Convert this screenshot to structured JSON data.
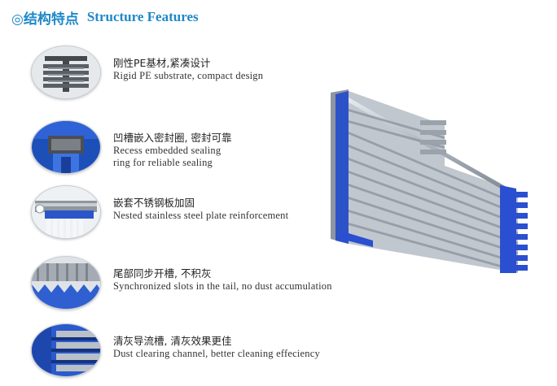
{
  "header": {
    "title_cn": "◎结构特点",
    "title_en": "Structure Features"
  },
  "features": [
    {
      "title_cn": "刚性PE基材,紧凑设计",
      "title_en": "Rigid PE substrate, compact design",
      "icon": "pe-substrate-icon"
    },
    {
      "title_cn": "凹槽嵌入密封圈, 密封可靠",
      "title_en": "Recess embedded sealing\nring for reliable sealing",
      "icon": "sealing-ring-icon"
    },
    {
      "title_cn": "嵌套不锈钢板加固",
      "title_en": "Nested stainless steel plate reinforcement",
      "icon": "steel-plate-icon"
    },
    {
      "title_cn": "尾部同步开槽, 不积灰",
      "title_en": "Synchronized slots in the tail, no dust accumulation",
      "icon": "tail-slots-icon"
    },
    {
      "title_cn": "清灰导流槽, 清灰效果更佳",
      "title_en": "Dust clearing channel, better cleaning effeciency",
      "icon": "dust-channel-icon"
    }
  ],
  "colors": {
    "accent": "#1e88c8",
    "brand_blue": "#2a4fd0",
    "grey": "#9aa3ad"
  }
}
